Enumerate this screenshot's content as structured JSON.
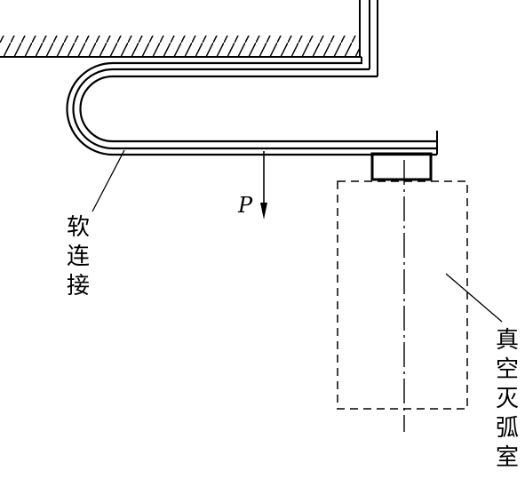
{
  "labels": {
    "soft_connection": [
      "软",
      "连",
      "接"
    ],
    "vacuum_interrupter": [
      "真",
      "空",
      "灭",
      "弧",
      "室"
    ],
    "force": "P"
  },
  "colors": {
    "line": "#000000",
    "background": "#ffffff"
  }
}
